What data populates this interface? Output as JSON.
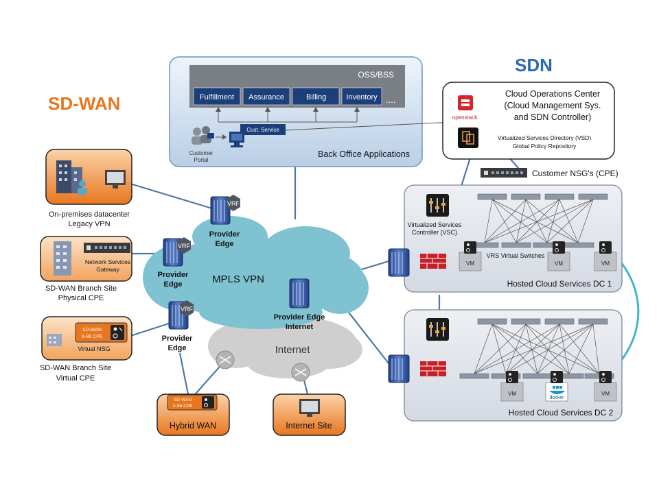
{
  "headings": {
    "sdwan": "SD-WAN",
    "sdn": "SDN"
  },
  "back_office": {
    "oss_bss": "OSS/BSS",
    "modules": [
      "Fulfillment",
      "Assurance",
      "Billing",
      "Inventory"
    ],
    "more": "....",
    "cust_service": "Cust. Service",
    "customer_portal_1": "Customer",
    "customer_portal_2": "Portal",
    "title": "Back Office Applications"
  },
  "coc": {
    "title_1": "Cloud Operations Center",
    "title_2": "(Cloud Management Sys.",
    "title_3": "and SDN Controller)",
    "openstack": "openstack",
    "vsd_1": "Virtualized Services Directory (VSD)",
    "vsd_2": "Global Policy Repository"
  },
  "customer_nsg": "Customer NSG's (CPE)",
  "sites": {
    "onprem_1": "On-premises datacenter",
    "onprem_2": "Legacy VPN",
    "nsg_gw_1": "Network Services",
    "nsg_gw_2": "Gateway",
    "phys_1": "SD-WAN Branch Site",
    "phys_2": "Physical CPE",
    "virt_box_1": "SD-WAN",
    "virt_box_2": "X-86 CPE",
    "virtual_nsg": "Virtual NSG",
    "virt_1": "SD-WAN Branch Site",
    "virt_2": "Virtual CPE",
    "hybrid": "Hybrid WAN",
    "internet_site": "Internet Site"
  },
  "network": {
    "mpls": "MPLS VPN",
    "internet": "Internet",
    "pe_1": "Provider",
    "pe_2": "Edge",
    "pei_1": "Provider Edge",
    "pei_2": "Internet",
    "vrf": "VRF"
  },
  "dc": {
    "vsc_1": "Virtualized Services",
    "vsc_2": "Controller (VSC)",
    "vrs": "VRS Virtual Switches",
    "vm": "VM",
    "docker": "docker",
    "dc1": "Hosted Cloud Services DC 1",
    "dc2": "Hosted Cloud Services DC 2"
  },
  "colors": {
    "sdwan_orange": "#e8761f",
    "sdn_blue": "#2e6ab3",
    "cloud_teal": "#7fc3d3",
    "internet_gray": "#cfcfcf",
    "dc_gray": "#e0e4ea",
    "link_blue": "#4a77aa",
    "arc_teal": "#45b3cf",
    "module_blue": "#1c3f7a"
  }
}
